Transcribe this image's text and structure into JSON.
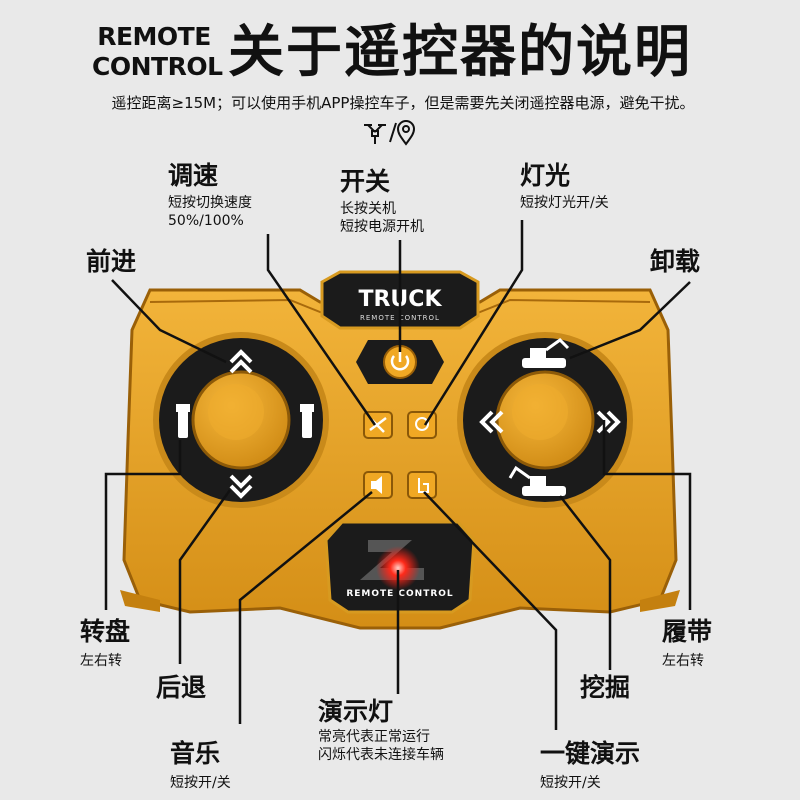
{
  "header": {
    "brand_line1": "REMOTE",
    "brand_line2": "CONTROL",
    "title": "关于遥控器的说明",
    "subtitle": "遥控距离≥15M；可以使用手机APP操控车子，但是需要先关闭遥控器电源，避免干扰。",
    "mode_icons": [
      "drone-icon",
      "location-pin-icon"
    ]
  },
  "controller": {
    "badge_title": "TRUCK",
    "badge_subtitle": "REMOTE CONTROL",
    "bottom_plate_text": "REMOTE CONTROL",
    "colors": {
      "body": "#e8a21f",
      "body_dark": "#b87610",
      "face": "#1c1c1c",
      "button": "#f0a824",
      "led": "#ff2a1a"
    }
  },
  "labels": {
    "speed": {
      "title": "调速",
      "desc": "短按切换速度\n50%/100%"
    },
    "power": {
      "title": "开关",
      "desc": "长按关机\n短按电源开机"
    },
    "light": {
      "title": "灯光",
      "desc": "短按灯光开/关"
    },
    "forward": {
      "title": "前进"
    },
    "unload": {
      "title": "卸载"
    },
    "turntable": {
      "title": "转盘",
      "desc": "左右转"
    },
    "track": {
      "title": "履带",
      "desc": "左右转"
    },
    "backward": {
      "title": "后退"
    },
    "dig": {
      "title": "挖掘"
    },
    "demo_led": {
      "title": "演示灯",
      "desc": "常亮代表正常运行\n闪烁代表未连接车辆"
    },
    "music": {
      "title": "音乐",
      "desc": "短按开/关"
    },
    "one_key_demo": {
      "title": "一键演示",
      "desc": "短按开/关"
    }
  }
}
